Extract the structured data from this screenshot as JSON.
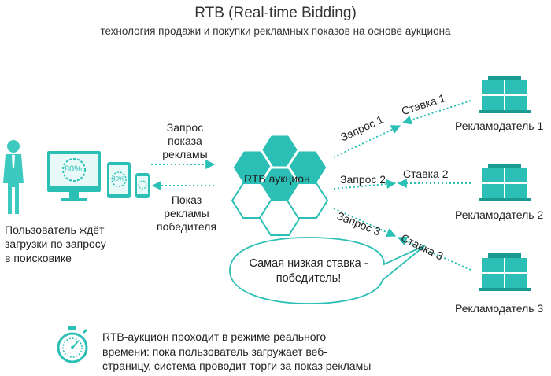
{
  "header": {
    "title": "RTB (Real-time Bidding)",
    "subtitle": "технология продажи и покупки рекламных показов на основе аукциона"
  },
  "user": {
    "caption": [
      "Пользователь ждёт",
      "загрузки по запросу",
      "в поисковике"
    ],
    "loading_percent": "80%"
  },
  "flow": {
    "request_label": [
      "Запрос",
      "показа",
      "рекламы"
    ],
    "response_label": [
      "Показ",
      "рекламы",
      "победителя"
    ]
  },
  "auction": {
    "label": "RTB аукцион"
  },
  "advertisers": [
    {
      "name": "Рекламодатель 1",
      "request": "Запрос 1",
      "bid": "Ставка 1"
    },
    {
      "name": "Рекламодатель 2",
      "request": "Запрос 2",
      "bid": "Ставка 2"
    },
    {
      "name": "Рекламодатель 3",
      "request": "Запрос 3",
      "bid": "Ставка 3"
    }
  ],
  "callout": {
    "lines": [
      "Самая низкая ставка -",
      "победитель!"
    ]
  },
  "footer": {
    "lines": [
      "RTB-аукцион проходит в режиме реального",
      "времени: пока пользователь загружает веб-",
      "страницу, система проводит торги за показ рекламы"
    ]
  },
  "colors": {
    "teal": "#2bbfb5",
    "teal_dark": "#1a9c93",
    "person": "#3cc9bf"
  }
}
